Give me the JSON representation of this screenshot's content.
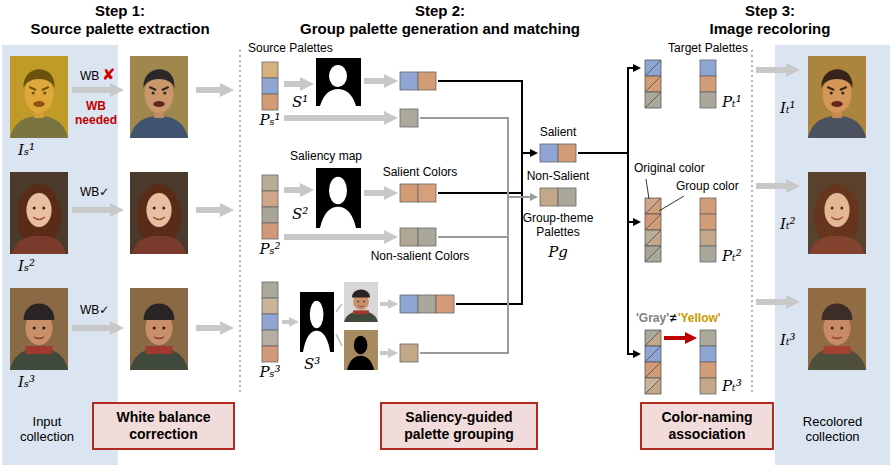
{
  "diagram": {
    "nodes": [
      {
        "text": [
          "Input collection"
        ]
      },
      {
        "text": [
          "White balance correction"
        ]
      },
      {
        "text": [
          "Saliency-guided palette grouping"
        ]
      },
      {
        "text": [
          "Color-naming association"
        ]
      },
      {
        "text": [
          "Recolored collection"
        ]
      }
    ],
    "labels": [
      "Step 1:",
      "Source palette extraction",
      "Step 2:",
      "Group palette generation and matching",
      "Step 3:",
      "Image recoloring",
      "WB",
      "✘",
      "WB needed",
      "WB✓",
      "WB✓",
      "Iₛ¹",
      "Iₛ²",
      "Iₛ³",
      "Source Palettes",
      "Pₛ¹",
      "Pₛ²",
      "Pₛ³",
      "S¹",
      "Saliency map",
      "S²",
      "S³",
      "Salient Colors",
      "Non-salient Colors",
      "Salient",
      "Non-Salient",
      "Group-theme Palettes",
      "Pg",
      "Target Palettes",
      "Original color",
      "Group color",
      "'Gray'",
      "≠",
      "'Yellow'",
      "Pₜ¹",
      "Pₜ²",
      "Pₜ³",
      "Iₜ¹",
      "Iₜ²",
      "Iₜ³"
    ]
  }
}
